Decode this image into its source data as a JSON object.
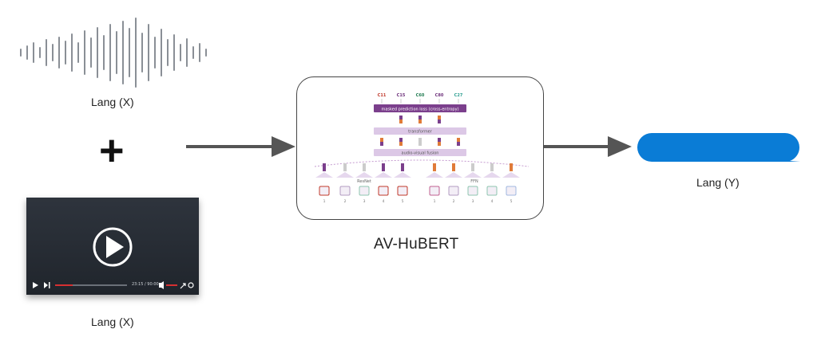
{
  "left": {
    "audio_label": "Lang (X)",
    "plus_symbol": "+",
    "video_label": "Lang (X)",
    "video_time": "23:15 / 90:00"
  },
  "model": {
    "name": "AV-HuBERT",
    "targets": [
      {
        "label": "C11",
        "color": "#c0392b"
      },
      {
        "label": "C15",
        "color": "#6c2f7a"
      },
      {
        "label": "C60",
        "color": "#1e7a4f"
      },
      {
        "label": "C80",
        "color": "#6c2f7a"
      },
      {
        "label": "C27",
        "color": "#2a9d8f"
      }
    ],
    "loss_label": "masked prediction loss (cross-entropy)",
    "transformer_label": "transformer",
    "fusion_label": "audio-visual fusion",
    "visual_branch_label": "ResNet",
    "audio_branch_label": "FFN",
    "frame_numbers": [
      "1",
      "2",
      "3",
      "4",
      "5"
    ]
  },
  "right": {
    "output_label": "Lang (Y)",
    "bubble_color": "#0a7cd6"
  }
}
